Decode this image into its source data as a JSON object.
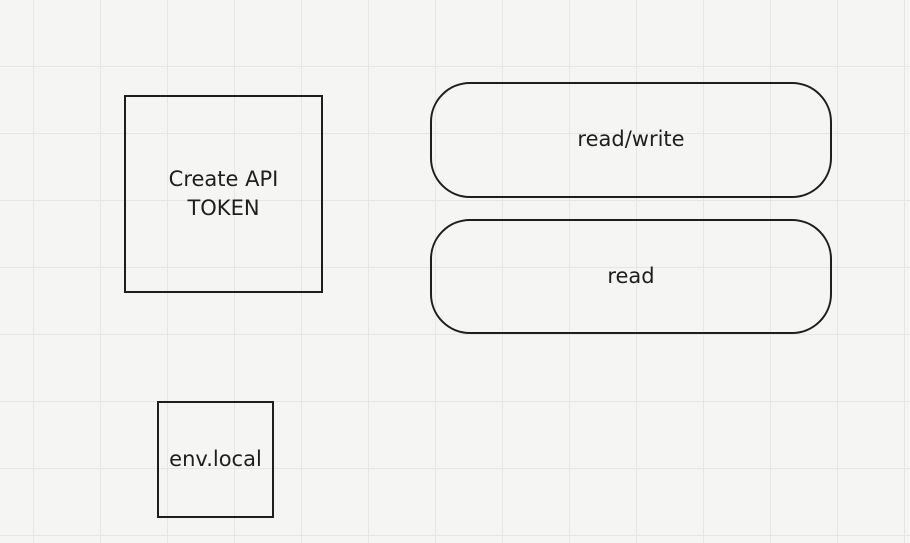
{
  "diagram": {
    "nodes": {
      "create_token": {
        "label": "Create API\nTOKEN"
      },
      "env_local": {
        "label": "env.local"
      },
      "read_write": {
        "label": "read/write"
      },
      "read": {
        "label": "read"
      }
    }
  },
  "colors": {
    "background": "#f5f5f4",
    "grid": "#e6e6e4",
    "stroke": "#1e1e1e"
  }
}
